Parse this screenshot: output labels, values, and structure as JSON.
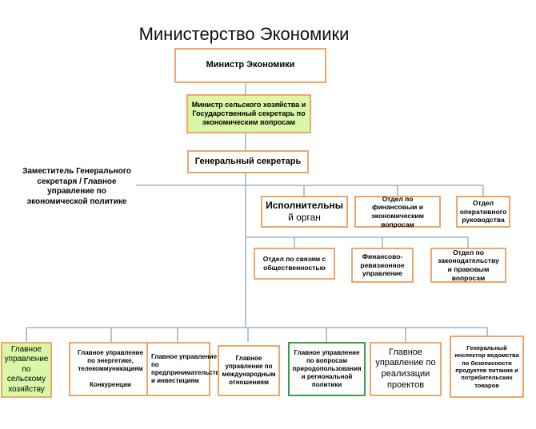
{
  "title": "Министерство Экономики",
  "nodes": {
    "minister": "Министр Экономики",
    "agri_minister": "Министр сельского хозяйства и Государственный секретарь по экономическим вопросам",
    "secretary_general": "Генеральный секретарь",
    "deputy": "Заместитель Генерального секретаря / Главное управление по экономической политике",
    "executive_line1": "Исполнительны",
    "executive_line2": "й орган",
    "finance_econ": "Отдел по финансовым и экономическим вопросам",
    "operational": "Отдел оперативного руководства",
    "public_relations": "Отдел по связям с общественностью",
    "financial_audit": "Финансово-ревизионное управление",
    "legal": "Отдел по законодательству и правовым вопросам",
    "agri_dept": "Главное управление по сельскому хозяйству",
    "energy_line1": "Главное управление по энергетике, телекоммуникациям",
    "energy_line2": "Конкуренции",
    "business": "Главное управление по предпринимательству и инвестициям",
    "international": "Главное управление по международным отношениям",
    "nature": "Главное управление по вопросам природопользования и региональной политики",
    "projects": "Главное управление по реализации проектов",
    "inspector": "Генеральный инспектор ведомства по безопасности продуктов питания и потребительских товаров"
  },
  "colors": {
    "border": "#f0a66a",
    "green_fill": "#d9f7a6",
    "green_border": "#3e9a4b",
    "connector": "#8aa6bd"
  }
}
